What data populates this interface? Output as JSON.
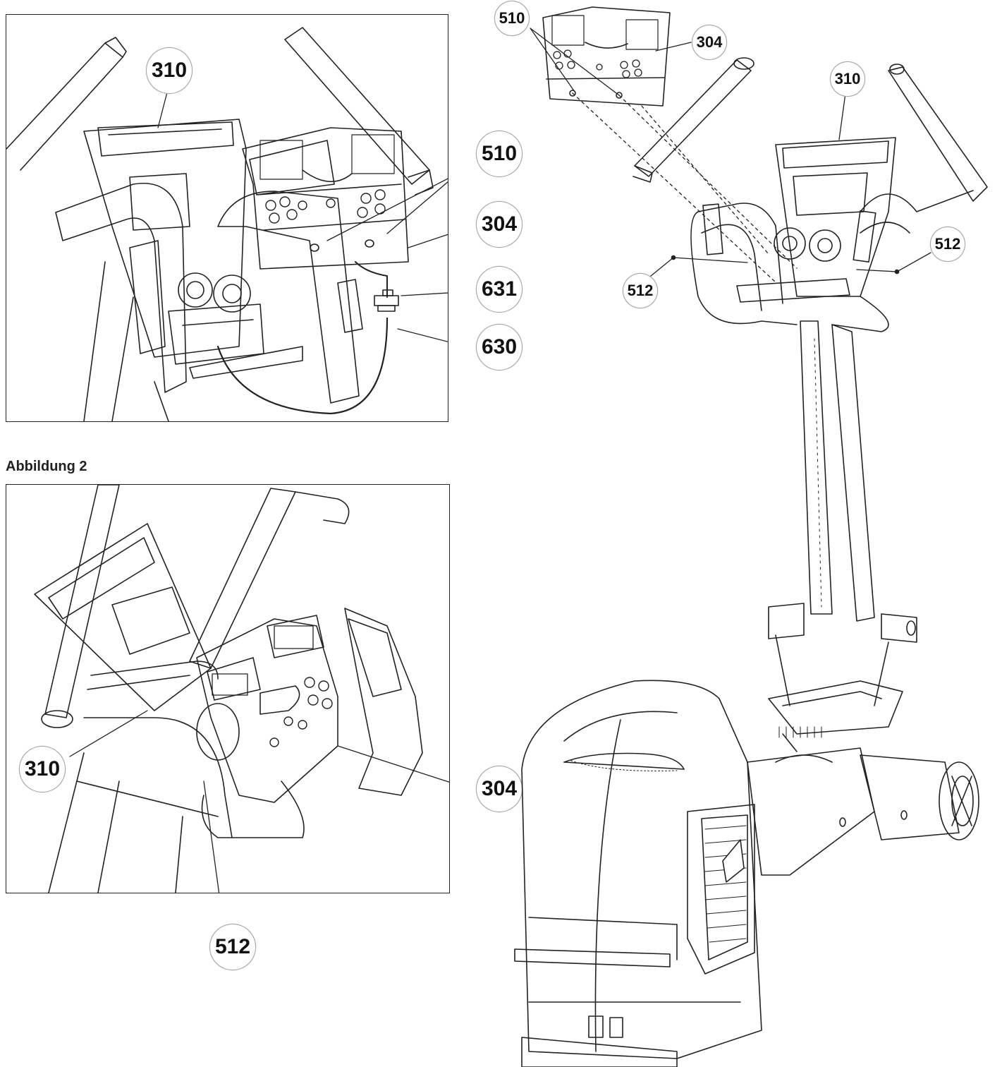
{
  "figure_headings": {
    "figure2": "Abbildung 2"
  },
  "callouts": {
    "fig1": {
      "c310": "310",
      "c510": "510",
      "c304": "304",
      "c631": "631",
      "c630": "630"
    },
    "fig2": {
      "c310": "310",
      "c304": "304",
      "c512": "512"
    },
    "main": {
      "c510": "510",
      "c304": "304",
      "c310": "310",
      "c512_left": "512",
      "c512_right": "512"
    }
  },
  "colors": {
    "line": "#222222",
    "callout_ring": "#aaaaaa"
  }
}
